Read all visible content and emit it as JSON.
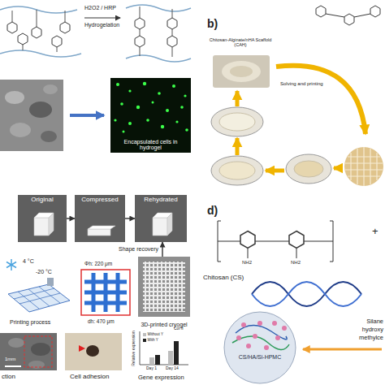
{
  "diagram": {
    "nodes": [
      {
        "text": [
          "Encapsulated cells in hydrogel"
        ]
      },
      {
        "text": [
          "Chitosan-Alginate/nHA Scaffold (CAH)"
        ]
      },
      {
        "text": [
          "Original"
        ]
      },
      {
        "text": [
          "Compressed"
        ]
      },
      {
        "text": [
          "Rehydrated"
        ]
      },
      {
        "text": [
          "3D-printed cryogel"
        ]
      },
      {
        "text": [
          "CS/HA/Si-HPMC"
        ]
      }
    ],
    "edges": [
      {
        "from": 2,
        "to": 3,
        "arrow": "to"
      },
      {
        "from": 3,
        "to": 4,
        "arrow": "to"
      },
      {
        "from": 5,
        "to": 4,
        "label": "Shape recovery",
        "arrow": "to"
      }
    ],
    "labels": [
      "H2O2 / HRP",
      "Hydrogelation",
      "b)",
      "Solving and printing",
      "4 °C",
      "-20 °C",
      "Printing process",
      "Φh: 220 μm",
      "dh: 470 μm",
      "1mm",
      "ction",
      "Cell adhesion",
      "Relative expression",
      "Col II",
      "Day 1",
      "Day 14",
      "Gene expression",
      "d)",
      "Chitosan (CS)",
      "NH2",
      "NH2",
      "+",
      "Silane",
      "hydroxy",
      "methylce"
    ],
    "legend": [
      {
        "text": "Without Y",
        "color": "#bdbdbd"
      },
      {
        "text": "With Y",
        "color": "#222222"
      }
    ]
  }
}
